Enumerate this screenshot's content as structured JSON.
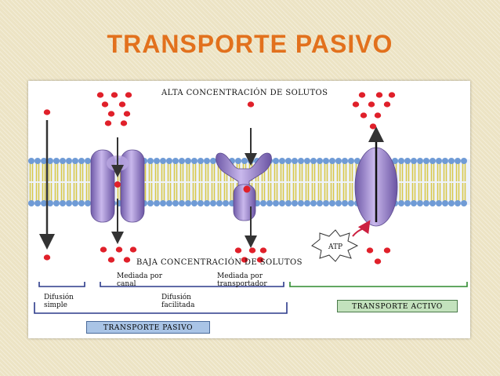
{
  "slide": {
    "title": "TRANSPORTE PASIVO",
    "title_color": "#e2711d"
  },
  "diagram": {
    "top_label": "ALTA CONCENTRACIÓN DE SOLUTOS",
    "bottom_label": "BAJA CONCENTRACIÓN DE SOLUTOS",
    "atp_label": "ATP",
    "labels": {
      "channel_mediated": [
        "Mediada por",
        "canal"
      ],
      "carrier_mediated": [
        "Mediada por",
        "transportador"
      ],
      "simple_diffusion": [
        "Difusión",
        "simple"
      ],
      "facilitated_diffusion": [
        "Difusión",
        "facilitada"
      ]
    },
    "passive_transport_label": "TRANSPORTE PASIVO",
    "active_transport_label": "TRANSPORTE ACTIVO",
    "colors": {
      "lipid_head": "#6f9bd6",
      "lipid_tail": "#d8c84a",
      "protein": "#9c85cc",
      "solute": "#e0202a",
      "passive_bracket": "#2b3a8a",
      "active_bracket": "#2e8a2e",
      "passive_box": "#a9c4e6",
      "active_box": "#c3e2bd",
      "atp_arrow": "#cc2040"
    }
  }
}
